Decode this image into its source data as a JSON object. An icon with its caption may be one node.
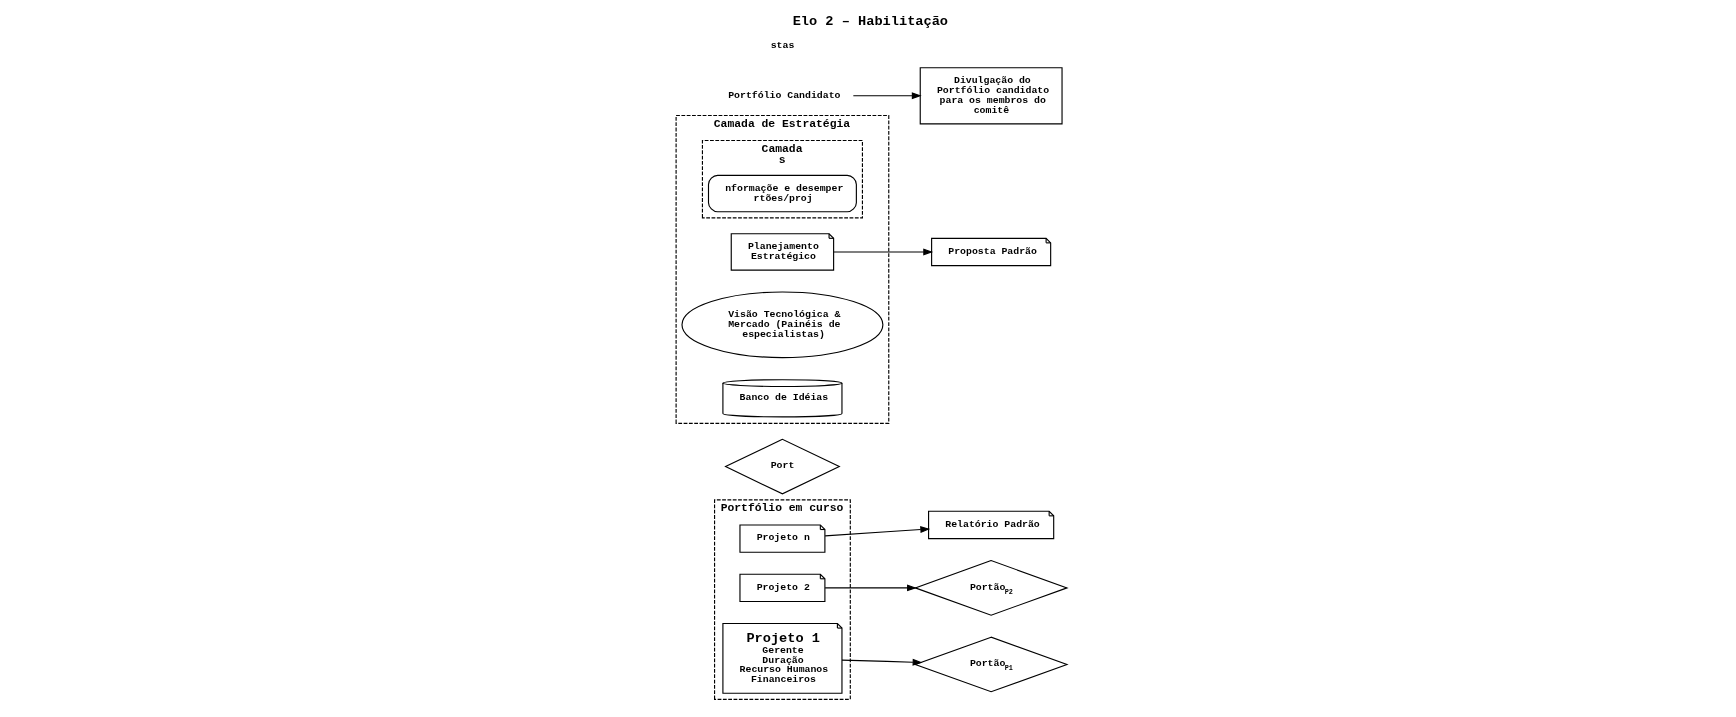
{
  "diagram": {
    "title": "Elo 2 – Habilitação",
    "nodes": [
      {
        "text": [
          "Portfólio em curso"
        ]
      },
      {
        "text": [
          "Projeto n"
        ],
        "in": 0
      },
      {
        "text": [
          "Projeto 2"
        ],
        "in": 0
      },
      {
        "text": [
          "Projeto 1",
          "Gerente",
          "Duração",
          "Recurso Humanos",
          "Financeiros"
        ],
        "in": 0
      },
      {
        "text": [
          "Relatório Padrão"
        ]
      },
      {
        "text": [
          "Portão$_{P2}$"
        ]
      },
      {
        "text": [
          "Portão$_{P1}$"
        ]
      },
      {
        "text": [
          "Port"
        ]
      },
      {
        "text": [
          "Proposta Padrão"
        ]
      },
      {
        "text": [
          "Camada de Estratégia"
        ]
      },
      {
        "text": [
          "Camada",
          "s"
        ],
        "in": 9
      },
      {
        "text": [
          "nformaçõe e desemper rtões/proj"
        ],
        "in": 10
      },
      {
        "text": [
          "Planejamento Estratégico"
        ],
        "in": 9
      },
      {
        "text": [
          "Visão Tecnológica & Mercado (Painéis de especialistas)"
        ],
        "in": 9
      },
      {
        "text": [
          "Banco de Idéias"
        ],
        "in": 9
      },
      {
        "text": [
          "Portfólio Candidato"
        ]
      },
      {
        "text": [
          "Divulgação do Portfólio candidato para os membros do comitê"
        ]
      }
    ],
    "edges": [
      {
        "from": 1,
        "to": 4,
        "arrow": "to"
      },
      {
        "from": 2,
        "to": 5,
        "arrow": "to"
      },
      {
        "from": 3,
        "to": 6,
        "arrow": "to"
      },
      {
        "from": 12,
        "to": 8,
        "arrow": "to"
      },
      {
        "from": 15,
        "to": 16,
        "arrow": "to"
      }
    ],
    "labels": [
      "stas"
    ]
  }
}
